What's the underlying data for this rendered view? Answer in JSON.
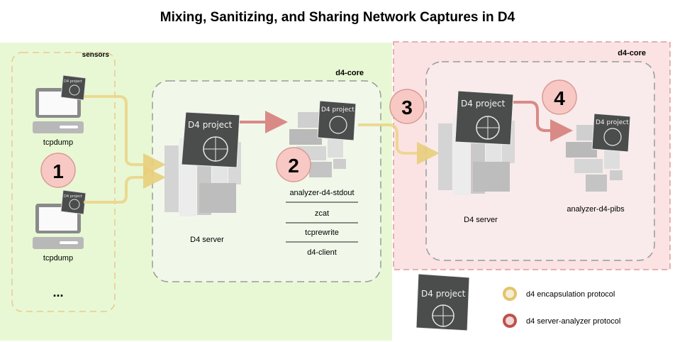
{
  "title": "Mixing, Sanitizing, and Sharing Network Captures in D4",
  "groups": {
    "sensors": "sensors",
    "core_left": "d4-core",
    "core_right": "d4-core"
  },
  "sensor_labels": [
    "tcpdump",
    "tcpdump",
    "..."
  ],
  "badge_text": "D4 project",
  "servers": {
    "left": "D4 server",
    "right": "D4 server"
  },
  "analyzers": {
    "left": "analyzer-d4-stdout",
    "right": "analyzer-d4-pibs"
  },
  "pipeline": [
    "zcat",
    "tcprewrite",
    "d4-client"
  ],
  "steps": [
    "1",
    "2",
    "3",
    "4"
  ],
  "legend": {
    "encapsulation": "d4 encapsulation protocol",
    "server_analyzer": "d4 server-analyzer protocol"
  },
  "colors": {
    "sensor_zone": "#e8f8d4",
    "core_zone": "#fbe3e3",
    "encapsulation": "#e3c46a",
    "server_analyzer": "#c0504d",
    "step_fill": "#f8c9c4",
    "badge": "#4a4d4b"
  }
}
